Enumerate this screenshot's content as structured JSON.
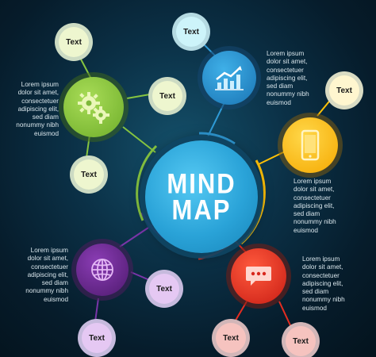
{
  "center": {
    "line1": "MIND",
    "line2": "MAP"
  },
  "bubble_label": "Text",
  "blurb_lines": [
    "Lorem ipsum",
    "dolor sit amet,",
    "consectetuer",
    "adipiscing elit,",
    "sed diam",
    "nonummy nibh",
    "euismod"
  ],
  "colors": {
    "green": "#86c440",
    "cyan": "#2f9ad6",
    "yellow": "#ffc107",
    "purple": "#6a2a8c",
    "red": "#e52d21",
    "center": "#2aa3d8"
  },
  "nodes": [
    {
      "id": "green",
      "icon": "gears-icon"
    },
    {
      "id": "cyan",
      "icon": "bar-chart-icon"
    },
    {
      "id": "yellow",
      "icon": "smartphone-icon"
    },
    {
      "id": "purple",
      "icon": "globe-icon"
    },
    {
      "id": "red",
      "icon": "chat-bubble-icon"
    }
  ]
}
